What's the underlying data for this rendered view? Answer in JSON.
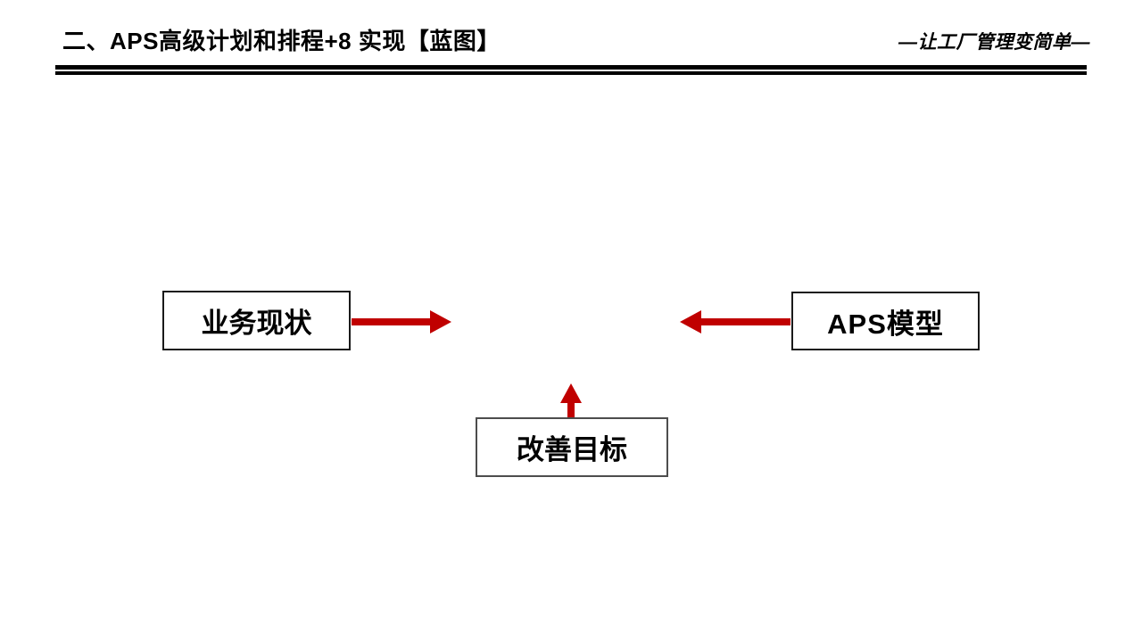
{
  "slide": {
    "header": {
      "title": "二、APS高级计划和排程+8 实现【蓝图】",
      "slogan": "—让工厂管理变简单—"
    },
    "diagram": {
      "boxes": {
        "left": {
          "label": "业务现状"
        },
        "right": {
          "label": "APS模型"
        },
        "bottom": {
          "label": "改善目标"
        }
      },
      "arrows": [
        {
          "name": "business-status-to-center",
          "direction": "right"
        },
        {
          "name": "aps-model-to-center",
          "direction": "left"
        },
        {
          "name": "improvement-goal-to-center",
          "direction": "up"
        }
      ]
    },
    "colors": {
      "arrow_red": "#C00000",
      "rule_black": "#000000",
      "background": "#FFFFFF"
    }
  }
}
